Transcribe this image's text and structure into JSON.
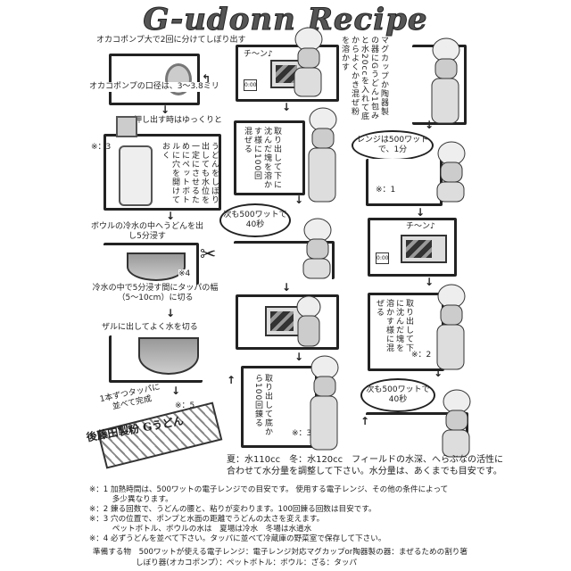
{
  "title": "G-udonn Recipe",
  "left": {
    "step1_caption": "オカコポンプ大で2回に分けてしぼり出す",
    "step1_note": "オカコポンプの口径は、3～3.8ミリ",
    "step2_caption": "押し出す時はゆっくりと",
    "step2_mark": "※：3",
    "step2_text": "うどんをしぼり出しても水位を一定にさせるためにペットボトルに穴を開けておく",
    "step3_caption": "ボウルの冷水の中へうどんを出し5分浸す",
    "step3_mark": "※4",
    "step3_note": "冷水の中で5分浸す間にタッパの幅（5～10cm）に切る",
    "step4_caption": "ザルに出してよく水を切る",
    "step5_caption": "1本ずつタッパに並べて完成",
    "step5_mark": "※：5",
    "logo_text": "後藤田製粉 Gうどん"
  },
  "middle": {
    "chime": "チ～ン♪",
    "display": "0:00",
    "step_mix": "取り出して下に沈んだ塊を溶かす様に100回混ぜる",
    "bubble": "次も500ワットで40秒",
    "step_knead": "取り出して底から100回錬る",
    "knead_mark": "※：3"
  },
  "right": {
    "intro": "マグカップか陶器製の器にGうどん1包みと水20ccを入れて底からよくかき混ぜ粉を溶かす",
    "bubble1": "レンジは500ワットで、1分",
    "mark1": "※：1",
    "chime": "チ～ン♪",
    "display": "0:00",
    "step_mix": "取り出して下に沈んだ塊を溶かす様に混ぜる",
    "mark2": "※：2",
    "bubble2": "次も500ワットで40秒"
  },
  "water_line1": "夏：水110cc　冬：水120cc　フィールドの水深、へらぶなの活性に",
  "water_line2": "合わせて水分量を調整して下さい。水分量は、あくまでも目安です。",
  "notes": [
    "※：1 加熱時間は、500ワットの電子レンジでの目安です。 使用する電子レンジ、その他の条件によって",
    "　　　多少異なります。",
    "※：2 錬る回数で、うどんの腰と、粘りが変わります。100回錬る回数は目安です。",
    "※：3 穴の位置で、ポンプと水面の距離でうどんの太さを変えます。",
    "　　　ペットボトル、ボウルの水は　夏場は冷水　冬場は水道水",
    "※：4 必ずうどんを並べて下さい。タッパに並べて冷蔵庫の野菜室で保存して下さい。"
  ],
  "prep_line1": "準備する物　500ワットが使える電子レンジ：電子レンジ対応マグカップor陶器製の器：まぜるための割り箸",
  "prep_line2": "しぼり器(オカコポンプ）：ペットボトル：ボウル：ざる：タッパ"
}
